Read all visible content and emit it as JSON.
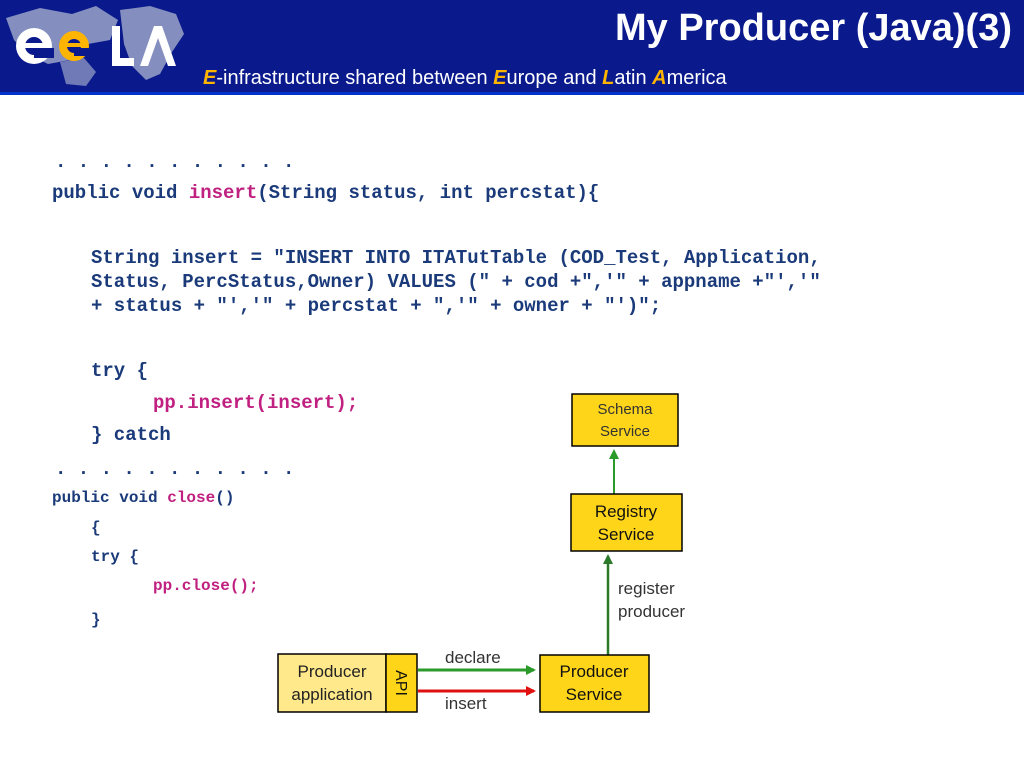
{
  "header": {
    "logo_text": "ee LA",
    "title": "My Producer (Java)(3)",
    "subtitle": {
      "e_letter": "E",
      "part1": "-infrastructure shared between ",
      "europe_letter": "E",
      "europe_rest": "urope and ",
      "latin_letter": "L",
      "latin_rest": "atin ",
      "america_letter": "A",
      "america_rest": "merica"
    },
    "colors": {
      "background": "#0a1a8c",
      "highlight": "#ffb400"
    }
  },
  "code": {
    "dots1": ". . . . . . . . . . .",
    "insert_sig_pre": "public void ",
    "insert_method": "insert",
    "insert_sig_post": "(String status, int percstat){",
    "sql_line1": "String insert = \"INSERT INTO ITATutTable (COD_Test, Application,",
    "sql_line2": "Status, PercStatus,Owner) VALUES (\" + cod +\",'\" + appname +\"','\"",
    "sql_line3": "+ status + \"','\" + percstat + \",'\" + owner + \"')\";",
    "try1": "try {",
    "pp_insert": "pp.insert(insert);",
    "catch": "} catch",
    "dots2": ". . . . . . . . . . .",
    "close_sig_pre": "public void ",
    "close_method": "close",
    "close_sig_post": "()",
    "open_brace": "{",
    "try2": "try {",
    "pp_close": "pp.close();",
    "close_brace": "}"
  },
  "diagram": {
    "schema_service": [
      "Schema",
      "Service"
    ],
    "registry_service": [
      "Registry",
      "Service"
    ],
    "register_producer": [
      "register",
      "producer"
    ],
    "producer_application": [
      "Producer",
      "application"
    ],
    "api": "API",
    "declare": "declare",
    "insert": "insert",
    "producer_service": [
      "Producer",
      "Service"
    ],
    "colors": {
      "box_fill": "#ffd51a",
      "declare_arrow": "#2a9a2a",
      "insert_arrow": "#e01010",
      "register_arrow": "#2a7a2a"
    }
  }
}
